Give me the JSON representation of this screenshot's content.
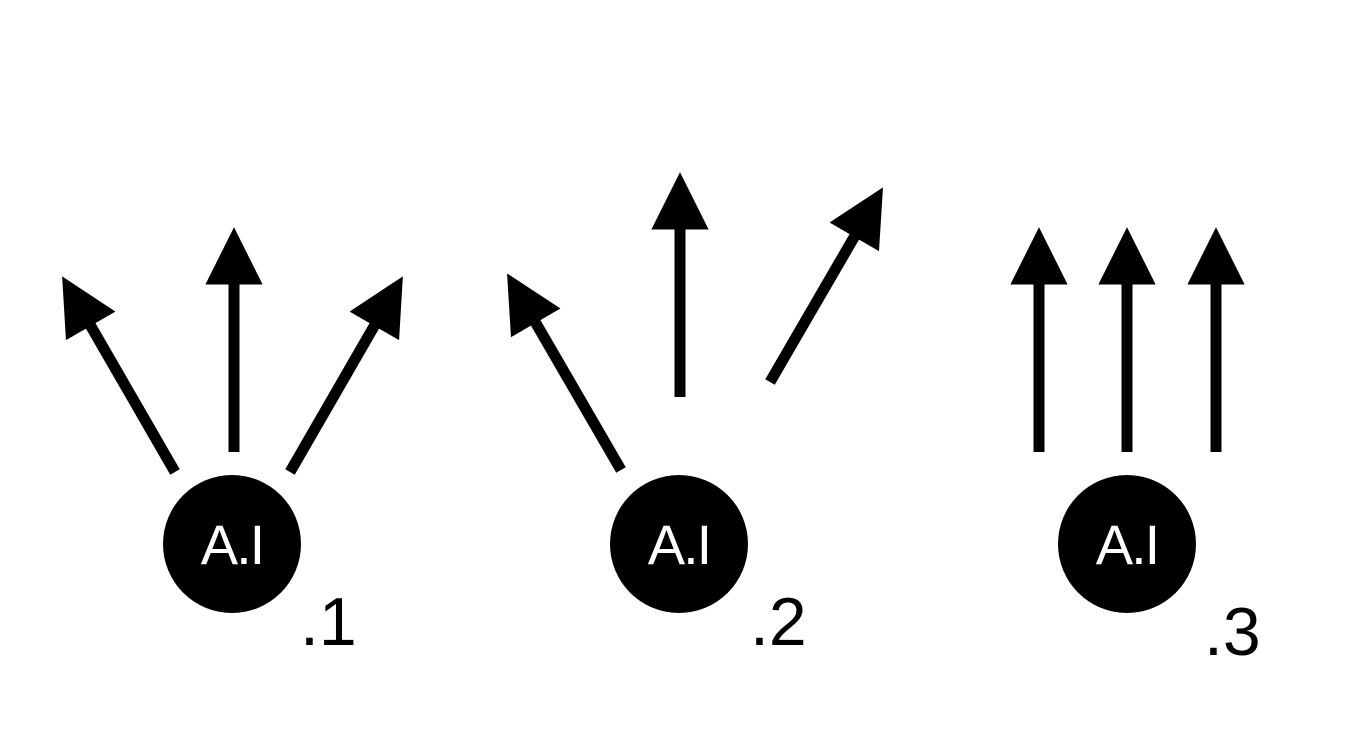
{
  "diagram": {
    "colors": {
      "background": "#ffffff",
      "ink": "#000000",
      "node_text": "#ffffff"
    },
    "panels": [
      {
        "node_label": "A.I",
        "index_label": ".1"
      },
      {
        "node_label": "A.I",
        "index_label": ".2"
      },
      {
        "node_label": "A.I",
        "index_label": ".3"
      }
    ]
  }
}
